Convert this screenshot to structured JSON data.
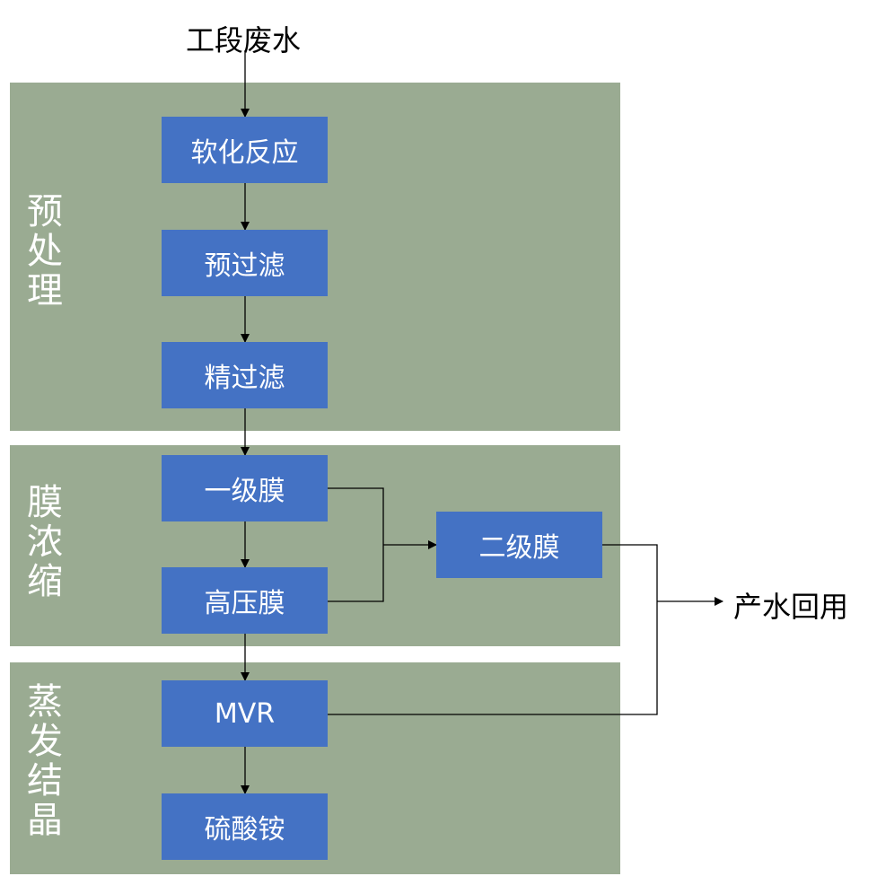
{
  "input": {
    "label": "工段废水"
  },
  "output": {
    "label": "产水回用"
  },
  "stages": {
    "pretreatment": {
      "label": [
        "预",
        "处",
        "理"
      ]
    },
    "membrane": {
      "label": [
        "膜",
        "浓",
        "缩"
      ]
    },
    "evaporation": {
      "label": [
        "蒸",
        "发",
        "结",
        "晶"
      ]
    }
  },
  "boxes": {
    "softening": "软化反应",
    "prefilter": "预过滤",
    "finefilter": "精过滤",
    "membrane1": "一级膜",
    "highpressure": "高压膜",
    "membrane2": "二级膜",
    "mvr": "MVR",
    "ammonium_sulfate": "硫酸铵"
  },
  "colors": {
    "panel": "#9aab92",
    "box": "#4472c4",
    "box_text": "#ffffff",
    "line": "#000000"
  }
}
